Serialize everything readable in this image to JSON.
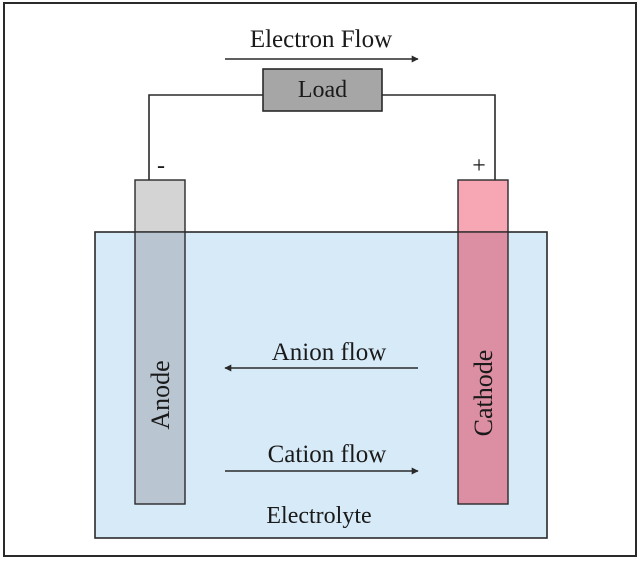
{
  "labels": {
    "electron_flow": "Electron Flow",
    "load": "Load",
    "negative": "-",
    "positive": "+",
    "anode": "Anode",
    "cathode": "Cathode",
    "anion_flow": "Anion flow",
    "cation_flow": "Cation flow",
    "electrolyte": "Electrolyte"
  },
  "colors": {
    "frame": "#2a2a2a",
    "electrolyte_fill": "#d6eaf8",
    "load_fill": "#a6a6a6",
    "anode_top": "#d4d4d4",
    "anode_submerged": "#b9c6d2",
    "cathode_top": "#f7a7b4",
    "cathode_submerged": "#dc8ea2",
    "wire": "#2a2a2a"
  }
}
